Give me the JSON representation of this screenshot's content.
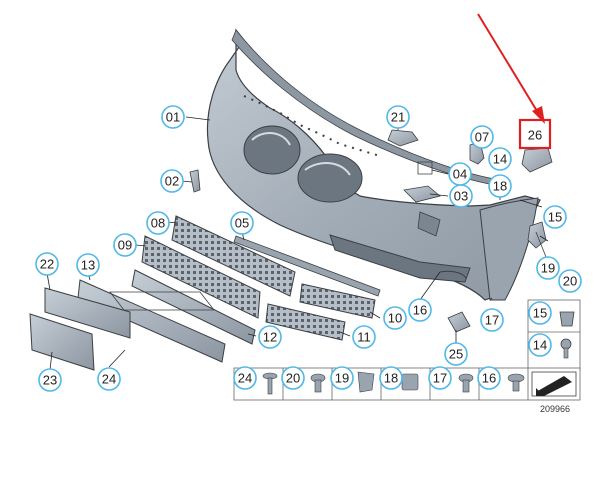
{
  "diagram": {
    "reference_number": "209966",
    "highlighted_part": "26",
    "accent_color": "#e02020",
    "callout_ring_color": "#4fb8e8",
    "part_fill": "#a9b3bd",
    "part_stroke": "#3a3f44",
    "callouts": {
      "c01": "01",
      "c02": "02",
      "c03": "03",
      "c04": "04",
      "c05": "05",
      "c07": "07",
      "c08": "08",
      "c09": "09",
      "c10": "10",
      "c11": "11",
      "c12": "12",
      "c13": "13",
      "c14a": "14",
      "c14b": "14",
      "c15a": "15",
      "c15b": "15",
      "c16": "16",
      "c17": "17",
      "c18": "18",
      "c19": "19",
      "c20": "20",
      "c21": "21",
      "c22": "22",
      "c23": "23",
      "c24": "24",
      "c25": "25",
      "c26": "26",
      "fastener_24": "24",
      "fastener_20": "20",
      "fastener_19": "19",
      "fastener_18": "18",
      "fastener_17": "17",
      "fastener_16": "16"
    }
  }
}
